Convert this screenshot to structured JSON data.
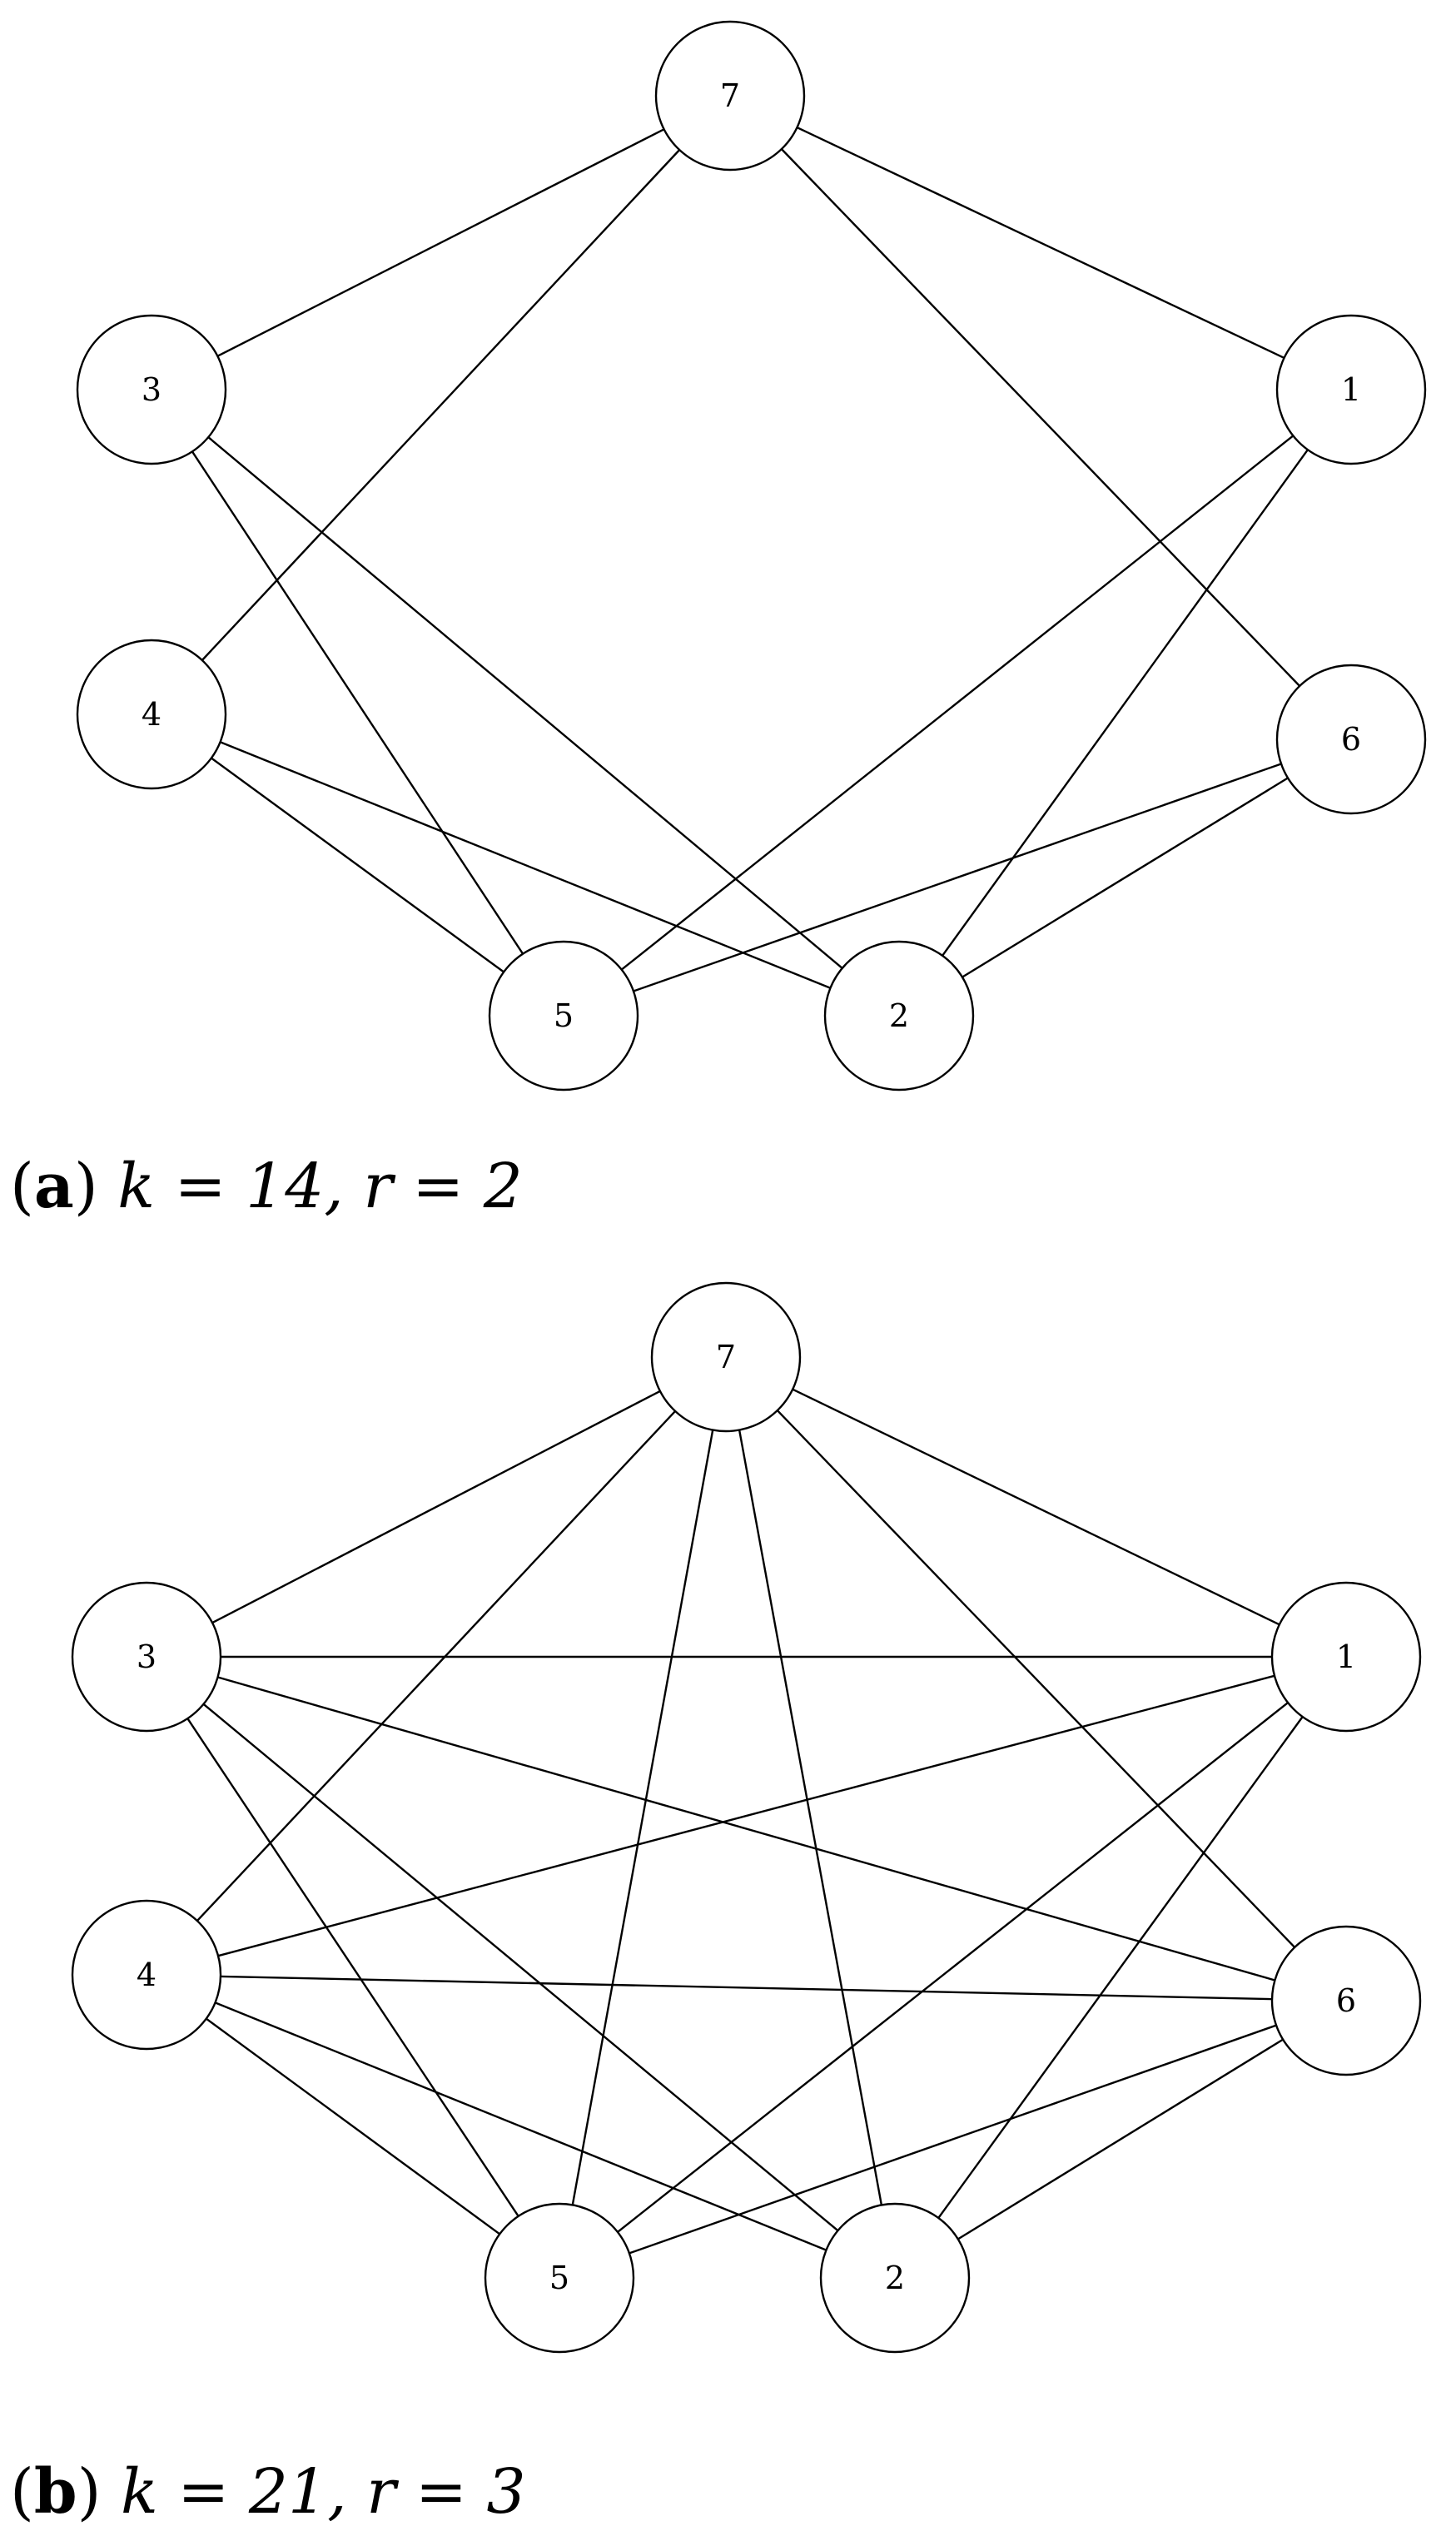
{
  "panels": [
    {
      "id": "a",
      "caption": {
        "open_paren": "(",
        "letter": "a",
        "close_paren": ")",
        "math": "k = 14, r = 2"
      },
      "nodes": [
        "7",
        "3",
        "1",
        "4",
        "6",
        "5",
        "2"
      ],
      "edges": [
        [
          "7",
          "3"
        ],
        [
          "7",
          "1"
        ],
        [
          "7",
          "4"
        ],
        [
          "7",
          "6"
        ],
        [
          "3",
          "5"
        ],
        [
          "3",
          "2"
        ],
        [
          "1",
          "5"
        ],
        [
          "1",
          "2"
        ],
        [
          "4",
          "5"
        ],
        [
          "4",
          "2"
        ],
        [
          "6",
          "5"
        ],
        [
          "6",
          "2"
        ]
      ]
    },
    {
      "id": "b",
      "caption": {
        "open_paren": "(",
        "letter": "b",
        "close_paren": ")",
        "math": "k = 21, r = 3"
      },
      "nodes": [
        "7",
        "3",
        "1",
        "4",
        "6",
        "5",
        "2"
      ],
      "edges": [
        [
          "7",
          "3"
        ],
        [
          "7",
          "1"
        ],
        [
          "7",
          "4"
        ],
        [
          "7",
          "6"
        ],
        [
          "7",
          "5"
        ],
        [
          "7",
          "2"
        ],
        [
          "3",
          "1"
        ],
        [
          "3",
          "6"
        ],
        [
          "3",
          "5"
        ],
        [
          "3",
          "2"
        ],
        [
          "1",
          "4"
        ],
        [
          "1",
          "5"
        ],
        [
          "1",
          "2"
        ],
        [
          "4",
          "6"
        ],
        [
          "4",
          "5"
        ],
        [
          "4",
          "2"
        ],
        [
          "6",
          "5"
        ],
        [
          "6",
          "2"
        ]
      ]
    }
  ]
}
